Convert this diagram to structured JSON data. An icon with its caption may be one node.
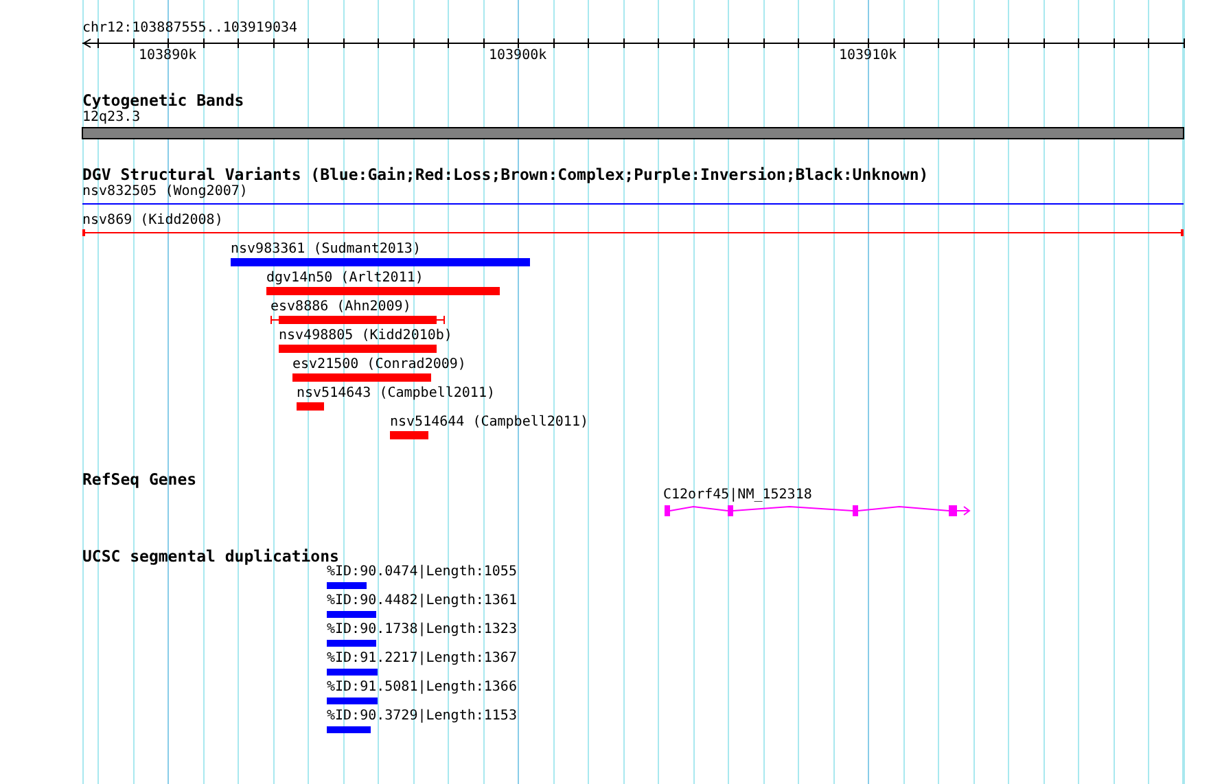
{
  "diagram": {
    "labels": [
      "chr12:103887555..103919034",
      "103890k",
      "103900k",
      "103910k",
      "Cytogenetic Bands",
      "12q23.3",
      "DGV Structural Variants (Blue:Gain;Red:Loss;Brown:Complex;Purple:Inversion;Black:Unknown)",
      "nsv832505 (Wong2007)",
      "nsv869 (Kidd2008)",
      "nsv983361 (Sudmant2013)",
      "dgv14n50 (Arlt2011)",
      "esv8886 (Ahn2009)",
      "nsv498805 (Kidd2010b)",
      "esv21500 (Conrad2009)",
      "nsv514643 (Campbell2011)",
      "nsv514644 (Campbell2011)",
      "RefSeq Genes",
      "C12orf45|NM_152318",
      "UCSC segmental duplications",
      "%ID:90.0474|Length:1055",
      "%ID:90.4482|Length:1361",
      "%ID:90.1738|Length:1323",
      "%ID:91.2217|Length:1367",
      "%ID:91.5081|Length:1366",
      "%ID:90.3729|Length:1153"
    ]
  }
}
